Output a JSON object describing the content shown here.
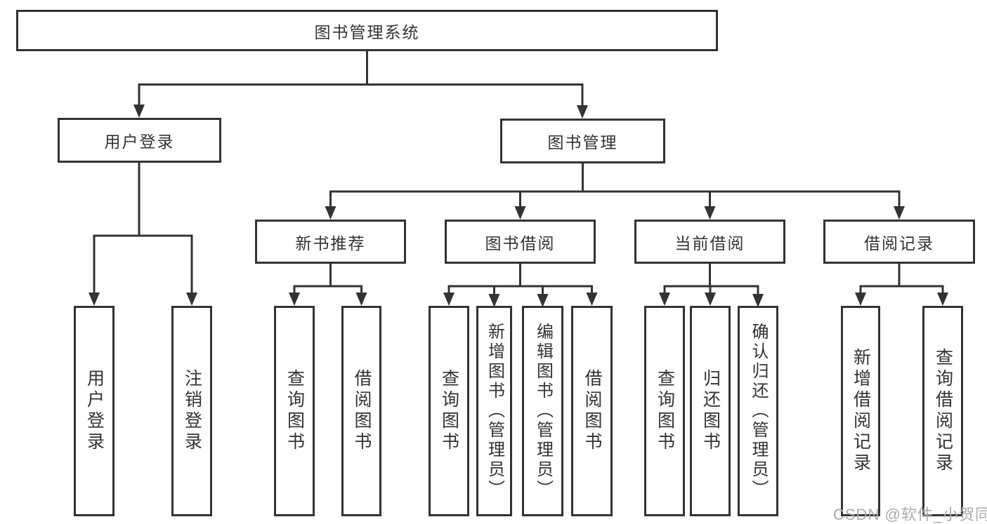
{
  "title": {
    "label": "图书管理系统"
  },
  "level2": {
    "user_login": {
      "label": "用户登录"
    },
    "book_management": {
      "label": "图书管理"
    }
  },
  "level3": {
    "new_book_recommend": {
      "label": "新书推荐"
    },
    "book_borrow": {
      "label": "图书借阅"
    },
    "current_borrow": {
      "label": "当前借阅"
    },
    "borrow_records": {
      "label": "借阅记录"
    }
  },
  "level4": {
    "user_login_children": [
      {
        "label": "用户登录"
      },
      {
        "label": "注销登录"
      }
    ],
    "new_book_children": [
      {
        "label": "查询图书"
      },
      {
        "label": "借阅图书"
      }
    ],
    "book_borrow_children": [
      {
        "label": "查询图书"
      },
      {
        "label": "新增图书（管理员）"
      },
      {
        "label": "编辑图书（管理员）"
      },
      {
        "label": "借阅图书"
      }
    ],
    "current_borrow_children": [
      {
        "label": "查询图书"
      },
      {
        "label": "归还图书"
      },
      {
        "label": "确认归还（管理员）"
      }
    ],
    "borrow_records_children": [
      {
        "label": "新增借阅记录"
      },
      {
        "label": "查询借阅记录"
      }
    ]
  },
  "watermark": {
    "text": "CSDN @软件_小贺同学"
  },
  "colors": {
    "line": "#333333",
    "text": "#333333",
    "box_background": "#ffffff",
    "watermark": "#ababab",
    "background": "#ffffff"
  }
}
